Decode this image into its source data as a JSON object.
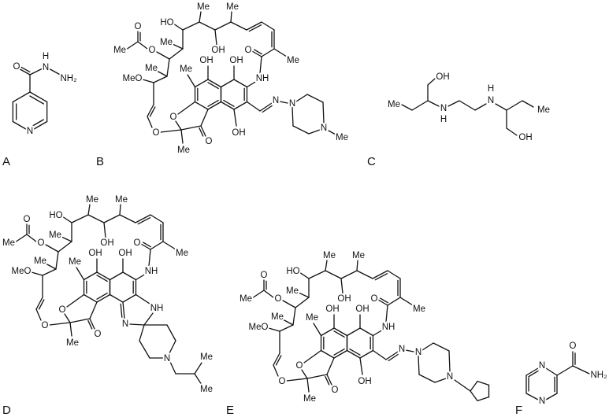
{
  "figure": {
    "panel_labels": [
      "A",
      "B",
      "C",
      "D",
      "E",
      "F"
    ]
  },
  "molecules": {
    "A": {
      "atoms": [
        "O",
        "H",
        "N",
        "NH₂",
        "N"
      ]
    },
    "B": {
      "core": [
        "O",
        "Me",
        "O",
        "HO",
        "Me",
        "Me",
        "Me",
        "OH",
        "O",
        "Me",
        "OH",
        "OH",
        "Me",
        "MeO",
        "Me",
        "NH",
        "O",
        "O",
        "O",
        "Me",
        "OH"
      ],
      "extra": [
        "N",
        "N",
        "N",
        "Me"
      ]
    },
    "C": {
      "atoms": [
        "OH",
        "Me",
        "N",
        "H",
        "N",
        "H",
        "Me",
        "OH"
      ]
    },
    "D": {
      "core": [
        "O",
        "Me",
        "O",
        "HO",
        "Me",
        "Me",
        "Me",
        "OH",
        "O",
        "Me",
        "OH",
        "OH",
        "Me",
        "MeO",
        "Me",
        "NH",
        "O",
        "O",
        "O",
        "Me"
      ],
      "extra": [
        "NH",
        "N",
        "N",
        "Me",
        "Me"
      ]
    },
    "E": {
      "core": [
        "O",
        "Me",
        "O",
        "HO",
        "Me",
        "Me",
        "Me",
        "OH",
        "O",
        "Me",
        "OH",
        "OH",
        "Me",
        "MeO",
        "Me",
        "NH",
        "O",
        "O",
        "O",
        "Me",
        "OH"
      ],
      "extra": [
        "N",
        "N",
        "N"
      ]
    },
    "F": {
      "atoms": [
        "N",
        "N",
        "O",
        "NH₂"
      ]
    }
  }
}
